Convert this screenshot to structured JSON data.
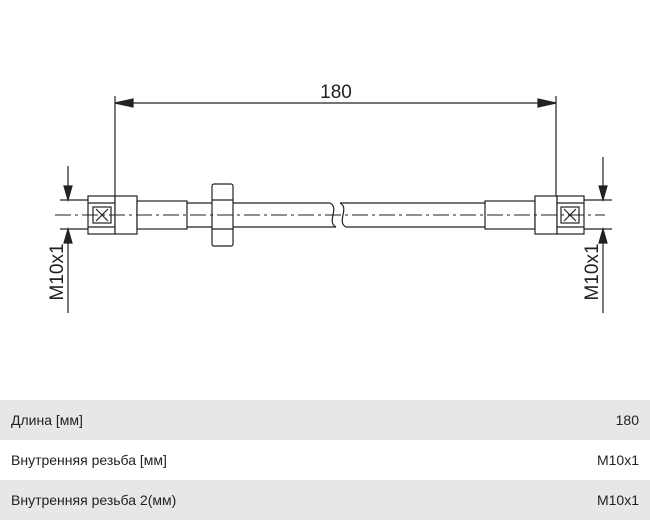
{
  "drawing": {
    "length_dimension": "180",
    "left_thread_label": "M10x1",
    "right_thread_label": "M10x1"
  },
  "specs": [
    {
      "label": "Длина [мм]",
      "value": "180"
    },
    {
      "label": "Внутренняя резьба [мм]",
      "value": "M10x1"
    },
    {
      "label": "Внутренняя резьба 2(мм)",
      "value": "M10x1"
    }
  ]
}
